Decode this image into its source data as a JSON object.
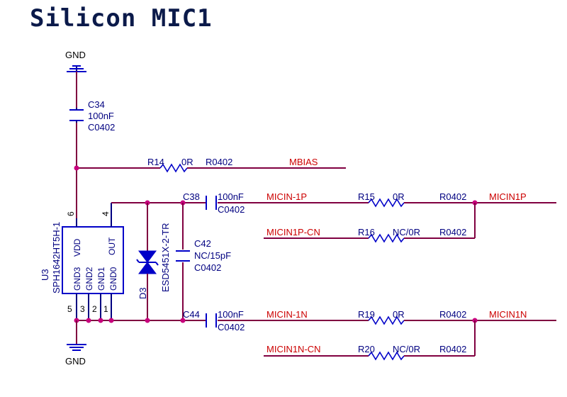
{
  "title": "Silicon MIC1",
  "power": {
    "gnd_top": "GND",
    "gnd_bottom": "GND"
  },
  "c34": {
    "ref": "C34",
    "value": "100nF",
    "pkg": "C0402"
  },
  "r14": {
    "ref": "R14",
    "value": "0R",
    "pkg": "R0402",
    "net": "MBIAS"
  },
  "c38": {
    "ref": "C38",
    "value": "100nF",
    "pkg": "C0402"
  },
  "c42": {
    "ref": "C42",
    "value": "NC/15pF",
    "pkg": "C0402"
  },
  "c44": {
    "ref": "C44",
    "value": "100nF",
    "pkg": "C0402"
  },
  "r15": {
    "ref": "R15",
    "value": "0R",
    "pkg": "R0402",
    "net_in": "MICIN-1P",
    "net_out": "MICIN1P"
  },
  "r16": {
    "ref": "R16",
    "value": "NC/0R",
    "pkg": "R0402",
    "net_in": "MICIN1P-CN"
  },
  "r19": {
    "ref": "R19",
    "value": "0R",
    "pkg": "R0402",
    "net_in": "MICIN-1N",
    "net_out": "MICIN1N"
  },
  "r20": {
    "ref": "R20",
    "value": "NC/0R",
    "pkg": "R0402",
    "net_in": "MICIN1N-CN"
  },
  "d3": {
    "ref": "D3",
    "part": "ESD5451X-2-TR"
  },
  "u3": {
    "ref": "U3",
    "part": "SPH1642HT5H-1",
    "pin_vdd": "VDD",
    "pin_out": "OUT",
    "pin_gnd3": "GND3",
    "pin_gnd2": "GND2",
    "pin_gnd1": "GND1",
    "pin_gnd0": "GND0",
    "num_vdd": "6",
    "num_out": "4",
    "num_gnd3": "5",
    "num_gnd2": "3",
    "num_gnd1": "2",
    "num_gnd0": "1"
  },
  "colors": {
    "wire": "#800040",
    "component": "#0000c8",
    "label": "#000080",
    "net": "#cc0000",
    "junction": "#c8007d"
  }
}
